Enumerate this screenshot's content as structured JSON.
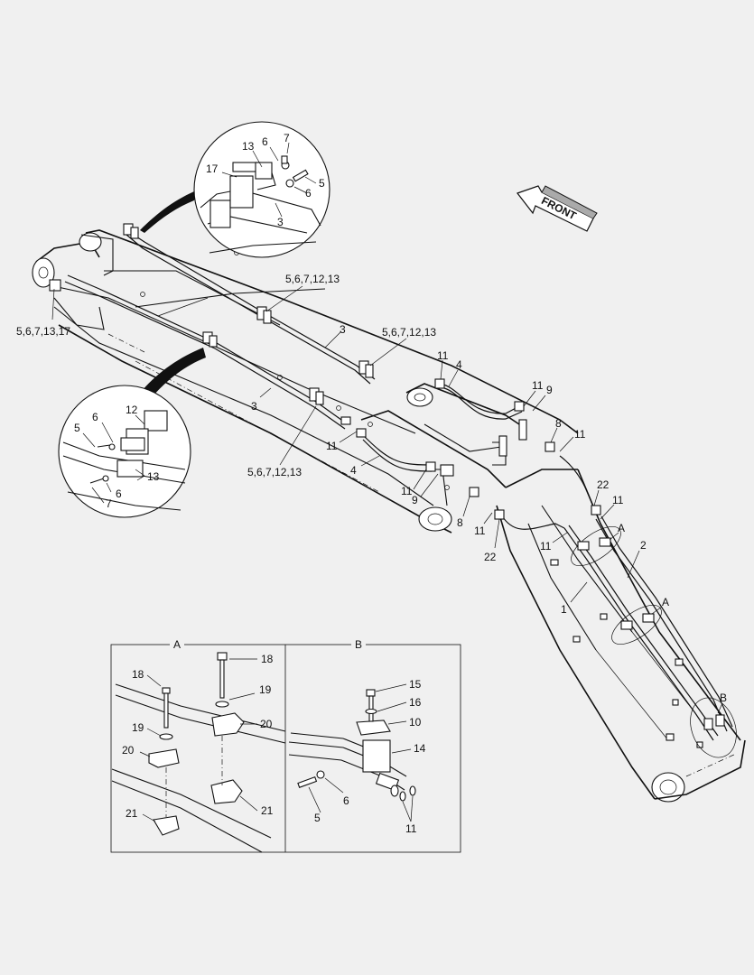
{
  "direction": {
    "label": "FRONT"
  },
  "callouts": {
    "c5_6_7_13_17": "5,6,7,13,17",
    "c5_6_7_12_13_top": "5,6,7,12,13",
    "c5_6_7_12_13_mid": "5,6,7,12,13",
    "c5_6_7_12_13_low": "5,6,7,12,13",
    "c3_top": "3",
    "c3_low": "3",
    "c11_a": "11",
    "c4_a": "4",
    "c11_b": "11",
    "c9_a": "9",
    "c8_a": "8",
    "c11_c": "11",
    "c11_d": "11",
    "c4_b": "4",
    "c11_e": "11",
    "c9_b": "9",
    "c8_b": "8",
    "c11_f": "11",
    "c22_a": "22",
    "c11_g": "11",
    "c22_b": "22",
    "c11_h": "11",
    "cA_a": "A",
    "c2": "2",
    "c1": "1",
    "cA_b": "A",
    "cB": "B"
  },
  "detail_top": {
    "l13": "13",
    "l6a": "6",
    "l7": "7",
    "l17": "17",
    "l5": "5",
    "l6b": "6",
    "l3": "3"
  },
  "detail_left": {
    "l12": "12",
    "l6": "6",
    "l5": "5",
    "l13": "13",
    "l6b": "6",
    "l7": "7"
  },
  "inset": {
    "title_a": "A",
    "title_b": "B",
    "a": {
      "l18a": "18",
      "l18b": "18",
      "l19a": "19",
      "l19b": "19",
      "l20a": "20",
      "l20b": "20",
      "l21a": "21",
      "l21b": "21"
    },
    "b": {
      "l15": "15",
      "l16": "16",
      "l10": "10",
      "l14": "14",
      "l6": "6",
      "l5": "5",
      "l11": "11"
    }
  }
}
